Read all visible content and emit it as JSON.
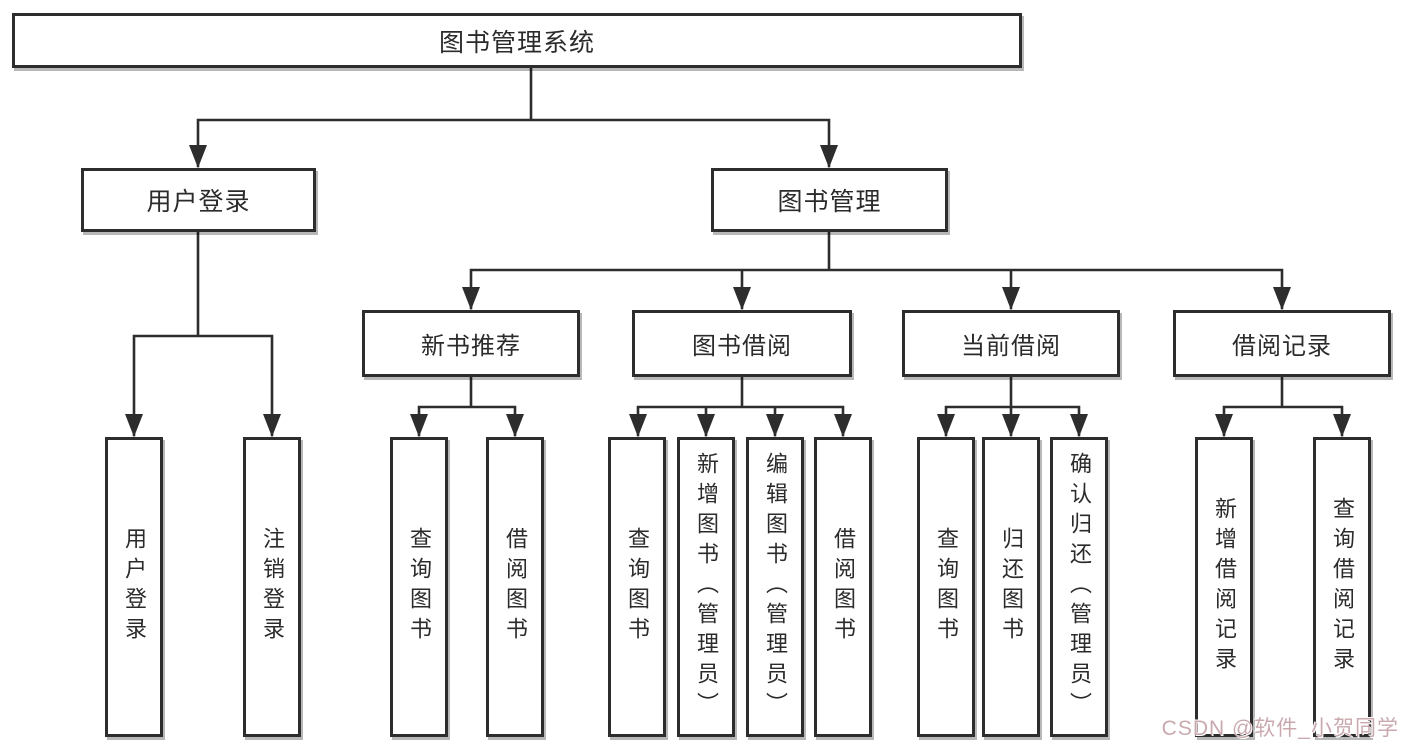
{
  "diagram": {
    "root": {
      "label": "图书管理系统"
    },
    "branches": [
      {
        "label": "用户登录",
        "children": [
          {
            "label": "用户登录"
          },
          {
            "label": "注销登录"
          }
        ]
      },
      {
        "label": "图书管理",
        "children": [
          {
            "label": "新书推荐",
            "children": [
              {
                "label": "查询图书"
              },
              {
                "label": "借阅图书"
              }
            ]
          },
          {
            "label": "图书借阅",
            "children": [
              {
                "label": "查询图书"
              },
              {
                "label": "新增图书（管理员）"
              },
              {
                "label": "编辑图书（管理员）"
              },
              {
                "label": "借阅图书"
              }
            ]
          },
          {
            "label": "当前借阅",
            "children": [
              {
                "label": "查询图书"
              },
              {
                "label": "归还图书"
              },
              {
                "label": "确认归还（管理员）"
              }
            ]
          },
          {
            "label": "借阅记录",
            "children": [
              {
                "label": "新增借阅记录"
              },
              {
                "label": "查询借阅记录"
              }
            ]
          }
        ]
      }
    ],
    "watermark": "CSDN @软件_小贺同学",
    "colors": {
      "box_border": "#2d2d2d",
      "line": "#2d2d2d",
      "text": "#2b2b2b",
      "background": "#ffffff",
      "watermark": "#c9a9ae"
    }
  }
}
